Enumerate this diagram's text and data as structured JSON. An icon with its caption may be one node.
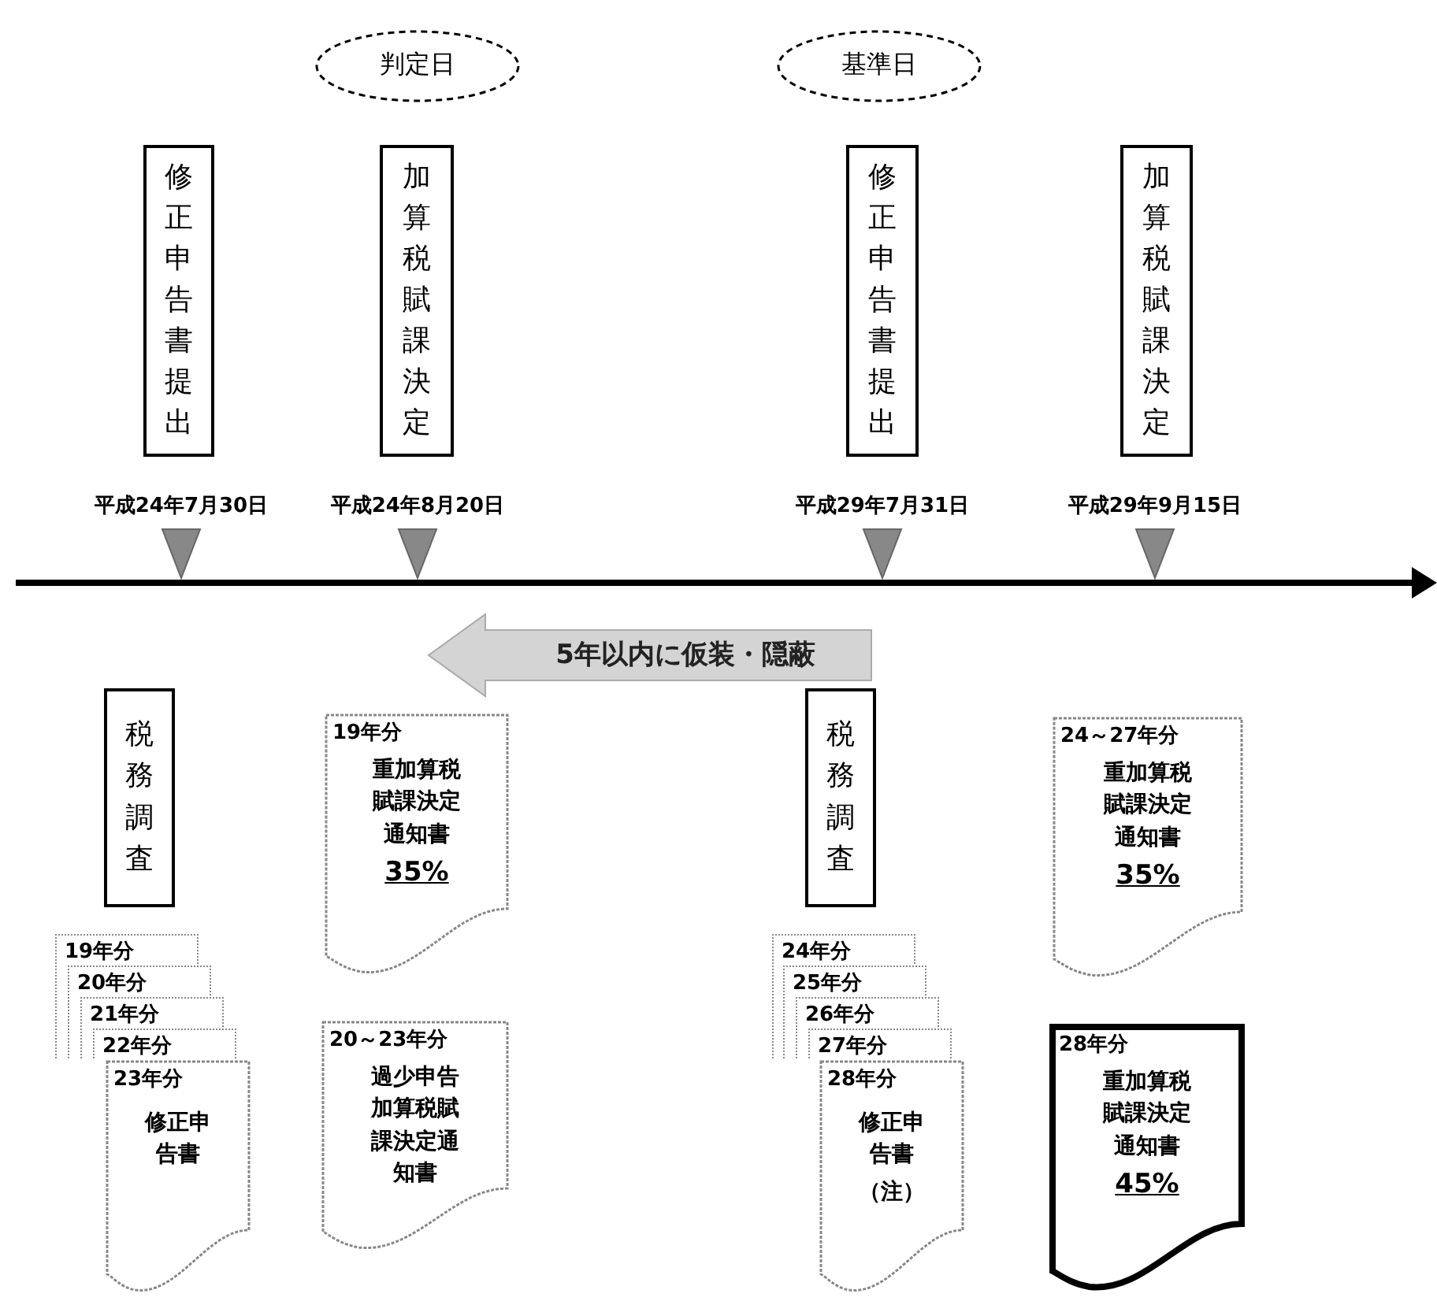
{
  "diagram": {
    "nodes": [
      {
        "text": [
          "判定日"
        ]
      },
      {
        "text": [
          "基準日"
        ]
      },
      {
        "text": [
          "修正申告書提出"
        ],
        "beside": [
          "平成24年7月30日"
        ]
      },
      {
        "text": [
          "加算税賦課決定"
        ],
        "beside": [
          "平成24年8月20日"
        ]
      },
      {
        "text": [
          "修正申告書提出"
        ],
        "beside": [
          "平成29年7月31日"
        ]
      },
      {
        "text": [
          "加算税賦課決定"
        ],
        "beside": [
          "平成29年9月15日"
        ]
      },
      {
        "text": [
          "税務調査"
        ]
      },
      {
        "text": [
          "19年分",
          "重加算税賦課決定通知書",
          "35%"
        ]
      },
      {
        "text": [
          "税務調査"
        ]
      },
      {
        "text": [
          "24～27年分",
          "重加算税賦課決定通知書",
          "35%"
        ]
      },
      {
        "text": [
          "19年分"
        ]
      },
      {
        "text": [
          "20年分"
        ]
      },
      {
        "text": [
          "21年分"
        ]
      },
      {
        "text": [
          "22年分"
        ]
      },
      {
        "text": [
          "23年分",
          "修正申告書"
        ]
      },
      {
        "text": [
          "20～23年分",
          "過少申告加算税賦課決定通知書"
        ]
      },
      {
        "text": [
          "24年分"
        ]
      },
      {
        "text": [
          "25年分"
        ]
      },
      {
        "text": [
          "26年分"
        ]
      },
      {
        "text": [
          "27年分"
        ]
      },
      {
        "text": [
          "28年分",
          "修正申告書",
          "（注）"
        ]
      },
      {
        "text": [
          "28年分",
          "重加算税賦課決定通知書",
          "45%"
        ]
      }
    ],
    "edges": [],
    "labels": [
      "5年以内に仮装・隠蔽"
    ]
  }
}
